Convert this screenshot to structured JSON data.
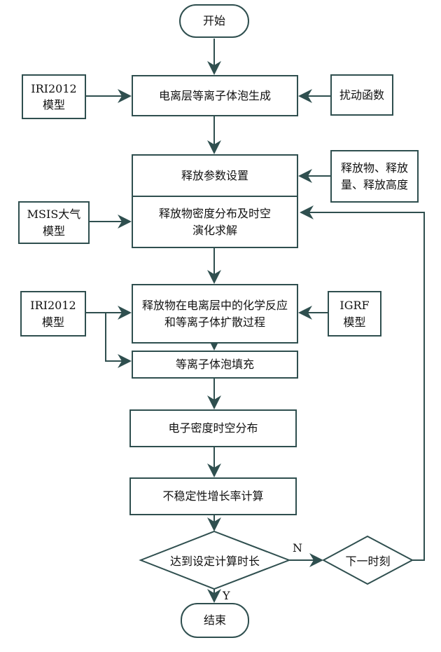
{
  "flowchart": {
    "start": "开始",
    "end": "结束",
    "main_steps": [
      "电离层等离子体泡生成",
      "释放参数设置",
      "释放物密度分布及时空演化求解",
      "释放物在电离层中的化学反应和等离子体扩散过程",
      "等离子体泡填充",
      "电子密度时空分布",
      "不稳定性增长率计算"
    ],
    "inputs": {
      "iri_1": "IRI2012模型",
      "perturbation": "扰动函数",
      "release_params": "释放物、释放量、释放高度",
      "msis": "MSIS大气模型",
      "iri_2": "IRI2012模型",
      "igrf": "IGRF模型"
    },
    "decision": "达到设定计算时长",
    "next_step": "下一时刻",
    "labels": {
      "no": "N",
      "yes": "Y"
    },
    "line_color": "#2f4f4f"
  }
}
